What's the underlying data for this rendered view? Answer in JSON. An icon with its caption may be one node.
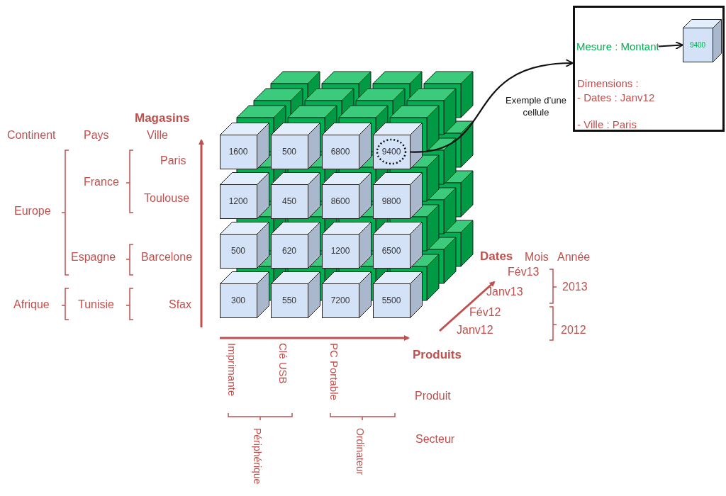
{
  "diagram": {
    "nodes": [
      {
        "text": [
          "1600"
        ]
      },
      {
        "text": [
          "500"
        ]
      },
      {
        "text": [
          "6800"
        ]
      },
      {
        "text": [
          "9400"
        ]
      },
      {
        "text": [
          "1200"
        ]
      },
      {
        "text": [
          "450"
        ]
      },
      {
        "text": [
          "8600"
        ]
      },
      {
        "text": [
          "9800"
        ]
      },
      {
        "text": [
          "500"
        ]
      },
      {
        "text": [
          "620"
        ]
      },
      {
        "text": [
          "1200"
        ]
      },
      {
        "text": [
          "6500"
        ]
      },
      {
        "text": [
          "300"
        ]
      },
      {
        "text": [
          "550"
        ]
      },
      {
        "text": [
          "7200"
        ]
      },
      {
        "text": [
          "5500"
        ]
      },
      {
        "text": [
          "Dimensions :",
          "- Dates : Janv12",
          "- Ville : Paris"
        ]
      },
      {
        "text": [
          "Mesure : Montant"
        ],
        "in": 16
      },
      {
        "text": [
          "9400"
        ],
        "in": 16
      }
    ],
    "edges": [
      {
        "from": 3,
        "to": 16,
        "arrow": "to",
        "label": "Exemple d’une cellule"
      },
      {
        "from": 17,
        "to": 18,
        "arrow": "to"
      }
    ],
    "labels": [
      "Magasins",
      "Continent",
      "Pays",
      "Ville",
      "Paris",
      "France",
      "Toulouse",
      "Europe",
      "Espagne",
      "Barcelone",
      "Afrique",
      "Tunisie",
      "Sfax",
      "Dates",
      "Mois",
      "Année",
      "Fév13",
      "Janv13",
      "2013",
      "Fév12",
      "Janv12",
      "2012",
      "Produits",
      "Imprimante",
      "Clé USB",
      "PC Portable",
      "Produit",
      "Secteur",
      "Périphérique",
      "Ordinateur"
    ]
  }
}
